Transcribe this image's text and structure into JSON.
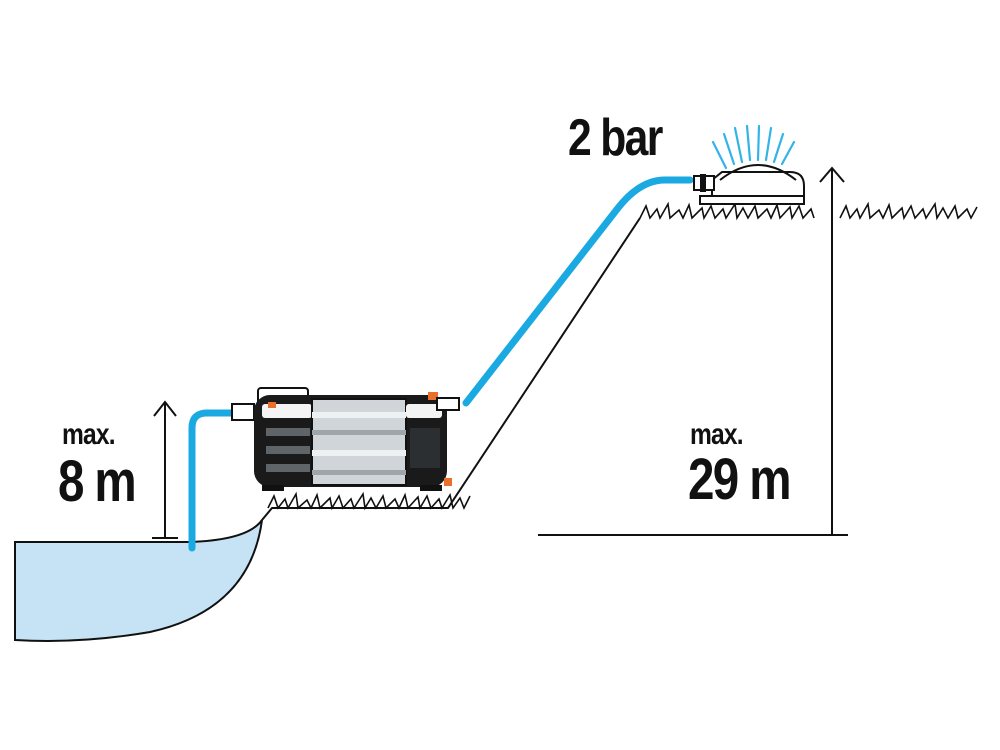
{
  "labels": {
    "pressure": "2 bar",
    "suction_prefix": "max.",
    "suction_value": "8 m",
    "delivery_prefix": "max.",
    "delivery_value": "29 m"
  },
  "colors": {
    "water": "#c5e3f4",
    "hose": "#1aa9e1",
    "line": "#111111",
    "spray": "#33b4e6",
    "pump_chrome": "#cfd5d8",
    "accent": "#e8702a"
  },
  "icons": [
    "pump-icon",
    "sprinkler-icon",
    "water-body-icon",
    "grass-icon",
    "up-arrow-icon"
  ]
}
